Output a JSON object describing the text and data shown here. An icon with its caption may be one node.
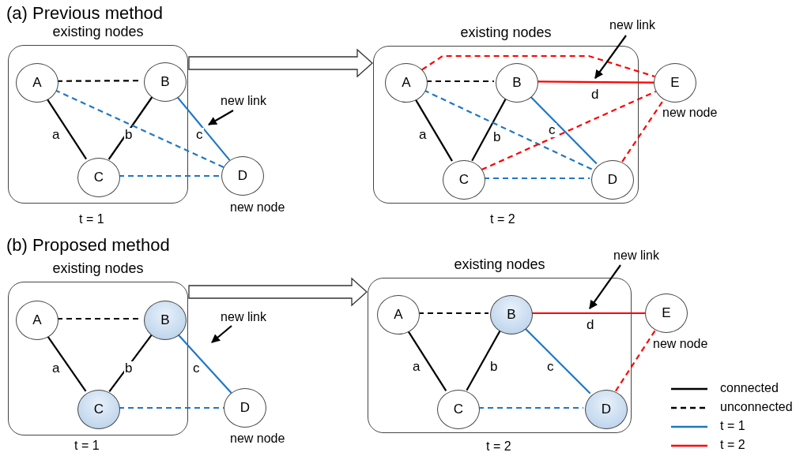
{
  "diagram": {
    "nodes": [
      {
        "text": [
          "existing nodes"
        ],
        "beside": [
          "t = 1"
        ]
      },
      {
        "text": [
          "A"
        ],
        "in": 0
      },
      {
        "text": [
          "B"
        ],
        "in": 0
      },
      {
        "text": [
          "C"
        ],
        "in": 0
      },
      {
        "text": [
          "D"
        ],
        "beside": [
          "new node"
        ]
      },
      {
        "text": [
          "new link"
        ]
      },
      {
        "text": [
          "existing nodes"
        ],
        "beside": [
          "t = 2"
        ]
      },
      {
        "text": [
          "A"
        ],
        "in": 6
      },
      {
        "text": [
          "B"
        ],
        "in": 6
      },
      {
        "text": [
          "C"
        ],
        "in": 6
      },
      {
        "text": [
          "D"
        ],
        "in": 6
      },
      {
        "text": [
          "E"
        ],
        "beside": [
          "new node"
        ]
      },
      {
        "text": [
          "new link"
        ]
      },
      {
        "text": [
          "existing nodes"
        ],
        "beside": [
          "t = 1"
        ]
      },
      {
        "text": [
          "A"
        ],
        "in": 13
      },
      {
        "text": [
          "B"
        ],
        "in": 13
      },
      {
        "text": [
          "C"
        ],
        "in": 13
      },
      {
        "text": [
          "D"
        ],
        "beside": [
          "new node"
        ]
      },
      {
        "text": [
          "new link"
        ]
      },
      {
        "text": [
          "existing nodes"
        ],
        "beside": [
          "t = 2"
        ]
      },
      {
        "text": [
          "A"
        ],
        "in": 19
      },
      {
        "text": [
          "B"
        ],
        "in": 19
      },
      {
        "text": [
          "C"
        ],
        "in": 19
      },
      {
        "text": [
          "D"
        ],
        "in": 19
      },
      {
        "text": [
          "E"
        ],
        "beside": [
          "new node"
        ]
      },
      {
        "text": [
          "new link"
        ]
      }
    ],
    "edges": [
      {
        "from": 1,
        "to": 2,
        "arrow": "none",
        "style": "dashed"
      },
      {
        "from": 1,
        "to": 3,
        "arrow": "none",
        "label": "a"
      },
      {
        "from": 2,
        "to": 3,
        "arrow": "none",
        "label": "b"
      },
      {
        "from": 1,
        "to": 4,
        "arrow": "none",
        "style": "dashed",
        "color": "#1f77c4"
      },
      {
        "from": 2,
        "to": 4,
        "arrow": "none",
        "label": "c",
        "color": "#1f77c4"
      },
      {
        "from": 3,
        "to": 4,
        "arrow": "none",
        "style": "dashed",
        "color": "#1f77c4"
      },
      {
        "from": 5,
        "to": null,
        "arrow": "to"
      },
      {
        "from": 0,
        "to": 6,
        "arrow": "to"
      },
      {
        "from": 7,
        "to": 11,
        "arrow": "none",
        "style": "dashed",
        "color": "#ff0000"
      },
      {
        "from": 7,
        "to": 8,
        "arrow": "none",
        "style": "dashed"
      },
      {
        "from": 8,
        "to": 11,
        "arrow": "none",
        "label": "d",
        "color": "#ff0000"
      },
      {
        "from": 7,
        "to": 9,
        "arrow": "none",
        "label": "a"
      },
      {
        "from": 8,
        "to": 9,
        "arrow": "none",
        "label": "b"
      },
      {
        "from": 7,
        "to": 10,
        "arrow": "none",
        "style": "dashed",
        "color": "#1f77c4"
      },
      {
        "from": 8,
        "to": 10,
        "arrow": "none",
        "label": "c",
        "color": "#1f77c4"
      },
      {
        "from": 9,
        "to": 10,
        "arrow": "none",
        "style": "dashed",
        "color": "#1f77c4"
      },
      {
        "from": 9,
        "to": 11,
        "arrow": "none",
        "style": "dashed",
        "color": "#ff0000"
      },
      {
        "from": 10,
        "to": 11,
        "arrow": "none",
        "style": "dashed",
        "color": "#ff0000"
      },
      {
        "from": 12,
        "to": null,
        "arrow": "to"
      },
      {
        "from": 14,
        "to": 15,
        "arrow": "none",
        "style": "dashed"
      },
      {
        "from": 14,
        "to": 16,
        "arrow": "none",
        "label": "a"
      },
      {
        "from": 15,
        "to": 16,
        "arrow": "none",
        "label": "b"
      },
      {
        "from": 15,
        "to": 17,
        "arrow": "none",
        "label": "c",
        "color": "#1f77c4"
      },
      {
        "from": 16,
        "to": 17,
        "arrow": "none",
        "style": "dashed",
        "color": "#1f77c4"
      },
      {
        "from": 18,
        "to": null,
        "arrow": "to"
      },
      {
        "from": 13,
        "to": 19,
        "arrow": "to"
      },
      {
        "from": 20,
        "to": 21,
        "arrow": "none",
        "style": "dashed"
      },
      {
        "from": 21,
        "to": 24,
        "arrow": "none",
        "label": "d",
        "color": "#ff0000"
      },
      {
        "from": 20,
        "to": 22,
        "arrow": "none",
        "label": "a"
      },
      {
        "from": 21,
        "to": 22,
        "arrow": "none",
        "label": "b"
      },
      {
        "from": 21,
        "to": 23,
        "arrow": "none",
        "label": "c",
        "color": "#1f77c4"
      },
      {
        "from": 22,
        "to": 23,
        "arrow": "none",
        "style": "dashed",
        "color": "#1f77c4"
      },
      {
        "from": 23,
        "to": 24,
        "arrow": "none",
        "style": "dashed",
        "color": "#ff0000"
      },
      {
        "from": 25,
        "to": null,
        "arrow": "to"
      }
    ],
    "labels": [
      "(a) Previous method",
      "(b) Proposed method"
    ],
    "legend": [
      {
        "text": "connected"
      },
      {
        "text": "unconnected"
      },
      {
        "text": "t = 1"
      },
      {
        "text": "t = 2"
      }
    ]
  }
}
